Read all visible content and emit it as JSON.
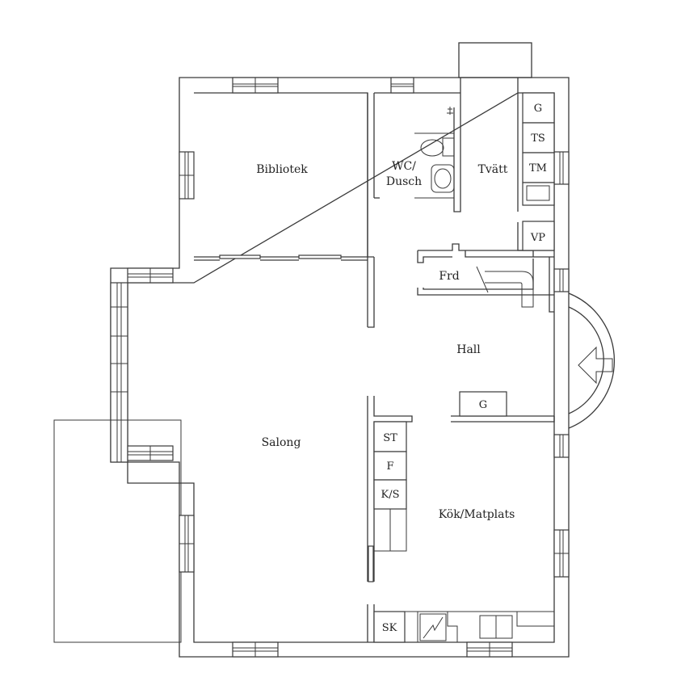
{
  "rooms": {
    "bibliotek": "Bibliotek",
    "wc_line1": "WC/",
    "wc_line2": "Dusch",
    "tvatt": "Tvätt",
    "frd": "Frd",
    "hall": "Hall",
    "salong": "Salong",
    "kok": "Kök/Matplats"
  },
  "fixtures": {
    "g_laundry": "G",
    "ts": "TS",
    "tm": "TM",
    "vp": "VP",
    "g_hall": "G",
    "st": "ST",
    "f": "F",
    "ks": "K/S",
    "sk": "SK"
  }
}
